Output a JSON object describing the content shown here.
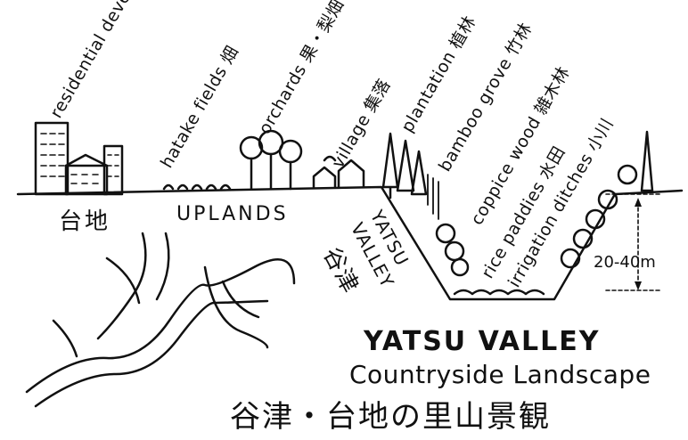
{
  "labels": {
    "residential": "residential development 住宅街",
    "hatake": "hatake fields 畑",
    "orchards": "orchards 果・梨畑",
    "village": "village 集落",
    "plantation": "plantation 植林",
    "bamboo": "bamboo grove 竹林",
    "coppice": "coppice wood 雑木林",
    "rice": "rice paddies 水田",
    "irrigation": "irrigation ditches 小川"
  },
  "uplands": {
    "jp": "台地",
    "en": "UPLANDS"
  },
  "valley": {
    "en1": "YATSU",
    "en2": "VALLEY",
    "jp": "谷津"
  },
  "measurement": "20-40m",
  "title": "YATSU VALLEY",
  "subtitle": "Countryside Landscape",
  "jp_title": "谷津・台地の里山景観"
}
